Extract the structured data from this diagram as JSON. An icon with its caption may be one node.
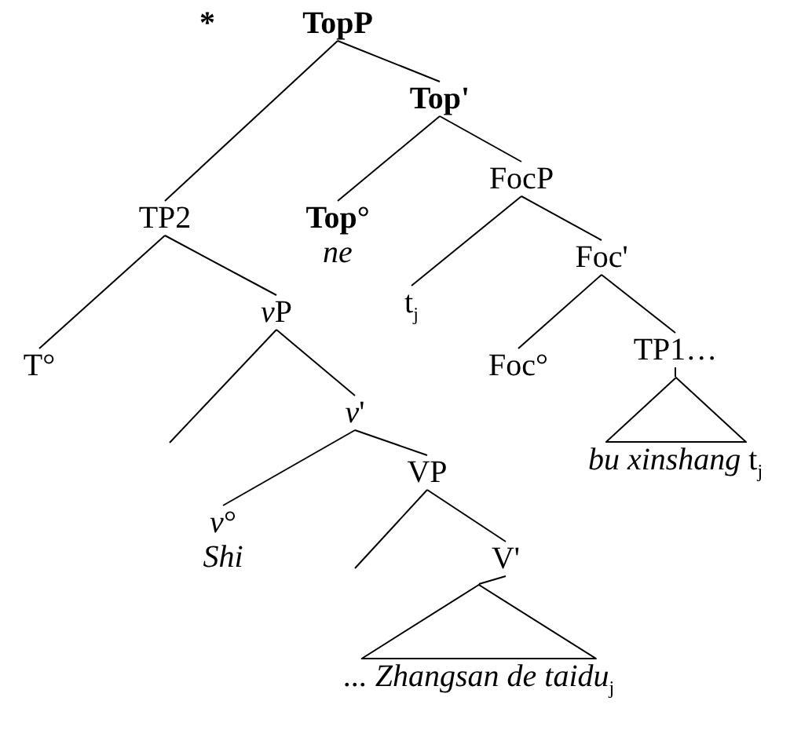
{
  "diagram": {
    "nodes": [
      {
        "text": [
          "TopP"
        ],
        "beside": [
          "*"
        ]
      },
      {
        "text": [
          "Top'"
        ]
      },
      {
        "text": [
          "TP2"
        ]
      },
      {
        "text": [
          "Top°",
          "*ne*"
        ]
      },
      {
        "text": [
          "FocP"
        ]
      },
      {
        "text": [
          "t$_{j}$"
        ]
      },
      {
        "text": [
          "Foc'"
        ]
      },
      {
        "text": [
          "T°"
        ]
      },
      {
        "text": [
          "vP"
        ]
      },
      {
        "text": [
          "Foc°"
        ]
      },
      {
        "text": [
          "TP1…"
        ]
      },
      {
        "text": [
          "*v*'"
        ]
      },
      {
        "text": [
          "VP"
        ]
      },
      {
        "text": [
          "*bu xinshang* t$_{j}$"
        ]
      },
      {
        "text": [
          "*v*°",
          "*Shi*"
        ]
      },
      {
        "text": [
          "V'"
        ]
      },
      {
        "text": [
          "*... Zhangsan de taidu*$_{j}$"
        ]
      }
    ],
    "edges": [
      {
        "from": 0,
        "to": 1,
        "arrow": "none"
      },
      {
        "from": 0,
        "to": 2,
        "arrow": "none"
      },
      {
        "from": 1,
        "to": 3,
        "arrow": "none"
      },
      {
        "from": 1,
        "to": 4,
        "arrow": "none"
      },
      {
        "from": 4,
        "to": 5,
        "arrow": "none"
      },
      {
        "from": 4,
        "to": 6,
        "arrow": "none"
      },
      {
        "from": 6,
        "to": 9,
        "arrow": "none"
      },
      {
        "from": 6,
        "to": 10,
        "arrow": "none"
      },
      {
        "from": 10,
        "to": 13,
        "arrow": "none"
      },
      {
        "from": 2,
        "to": 7,
        "arrow": "none"
      },
      {
        "from": 2,
        "to": 8,
        "arrow": "none"
      },
      {
        "from": 8,
        "to": null,
        "arrow": "none"
      },
      {
        "from": 8,
        "to": 11,
        "arrow": "none"
      },
      {
        "from": 11,
        "to": 14,
        "arrow": "none"
      },
      {
        "from": 11,
        "to": 12,
        "arrow": "none"
      },
      {
        "from": 12,
        "to": null,
        "arrow": "none"
      },
      {
        "from": 12,
        "to": 15,
        "arrow": "none"
      },
      {
        "from": 15,
        "to": 16,
        "arrow": "none"
      }
    ]
  }
}
